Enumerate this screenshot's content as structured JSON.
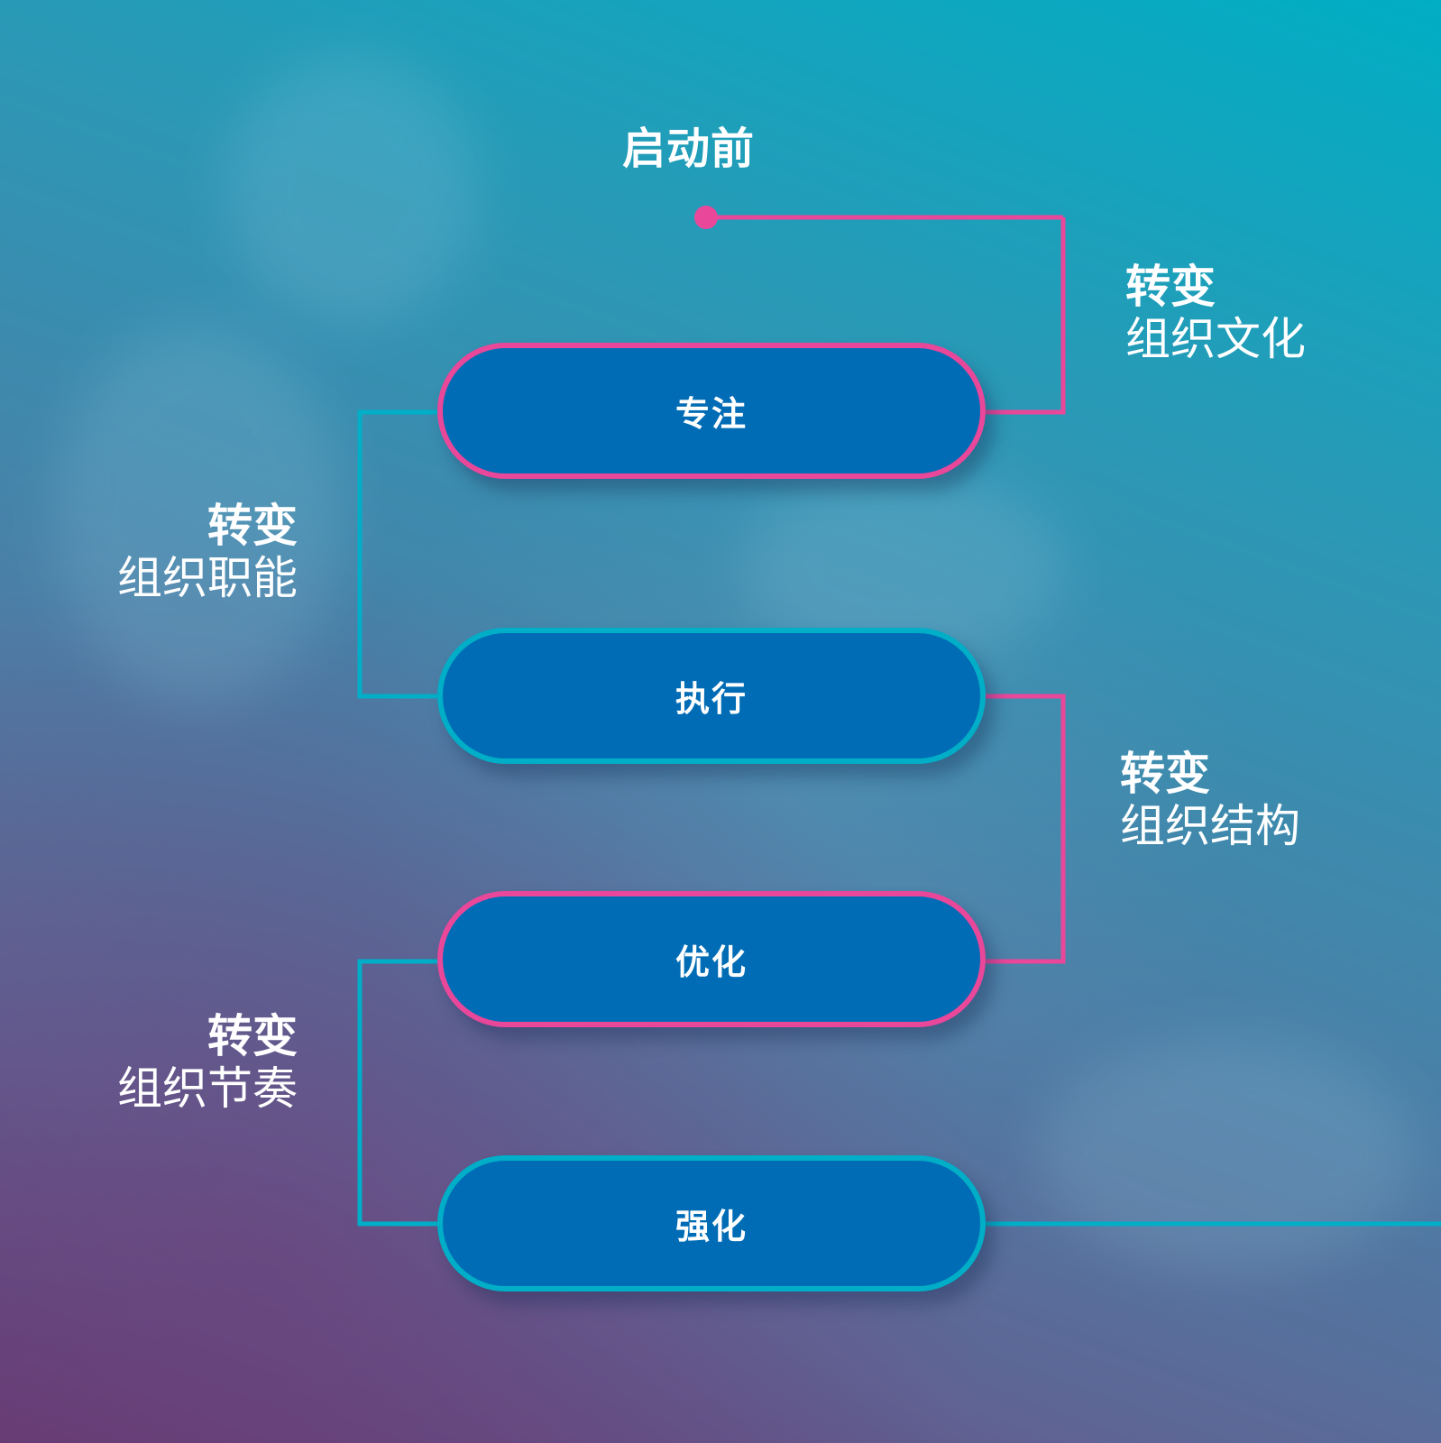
{
  "start": {
    "title": "启动前"
  },
  "stages": [
    {
      "label": "专注",
      "border": "pink"
    },
    {
      "label": "执行",
      "border": "teal"
    },
    {
      "label": "优化",
      "border": "pink"
    },
    {
      "label": "强化",
      "border": "teal"
    }
  ],
  "transitions": [
    {
      "bold": "转变",
      "text": "组织文化",
      "side": "right"
    },
    {
      "bold": "转变",
      "text": "组织职能",
      "side": "left"
    },
    {
      "bold": "转变",
      "text": "组织结构",
      "side": "right"
    },
    {
      "bold": "转变",
      "text": "组织节奏",
      "side": "left"
    }
  ],
  "colors": {
    "pink": "#e8479a",
    "teal": "#00aec7",
    "pill_fill": "#006cb5",
    "text": "#ffffff"
  }
}
